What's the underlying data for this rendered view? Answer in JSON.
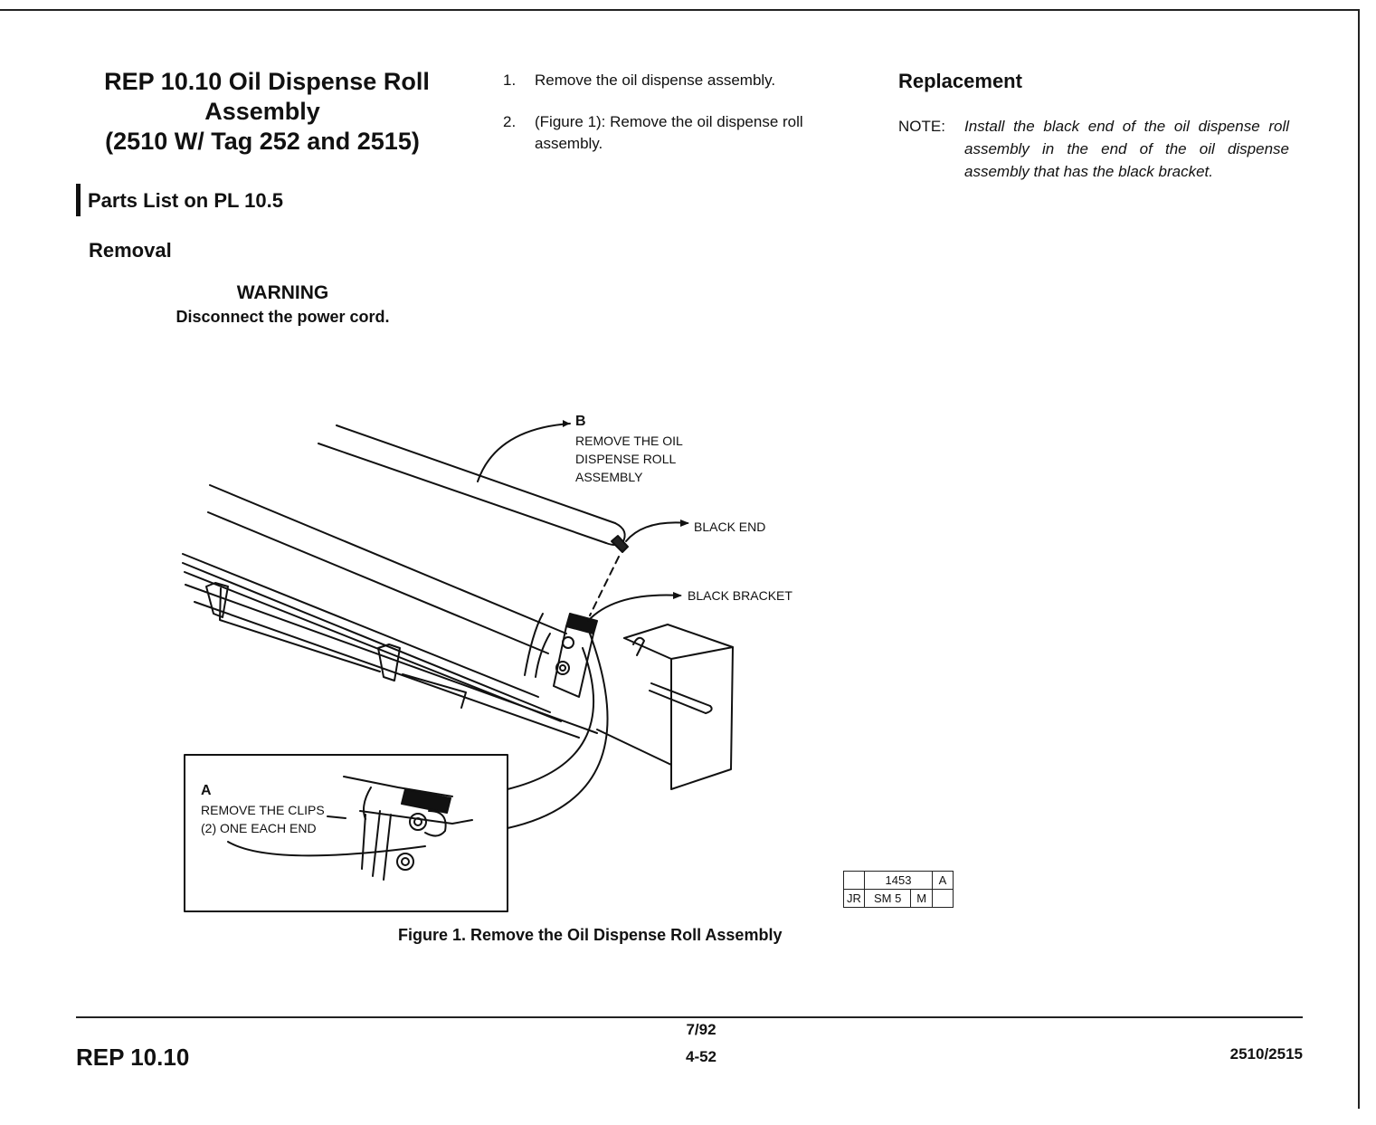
{
  "header": {
    "title_line1": "REP 10.10  Oil Dispense Roll",
    "title_line2": "Assembly",
    "title_line3": "(2510 W/ Tag 252 and 2515)",
    "parts_list": "Parts List on PL 10.5"
  },
  "removal": {
    "heading": "Removal",
    "warning_title": "WARNING",
    "warning_text": "Disconnect the power cord.",
    "steps": [
      {
        "num": "1.",
        "text": "Remove the oil dispense assembly."
      },
      {
        "num": "2.",
        "text": "(Figure 1):  Remove the oil dispense roll assembly."
      }
    ]
  },
  "replacement": {
    "heading": "Replacement",
    "note_label": "NOTE:",
    "note_text": "Install the black end of the oil dispense roll assembly in the end of the oil dispense assembly that has the black bracket."
  },
  "figure": {
    "callout_b_letter": "B",
    "callout_b_line1": "REMOVE THE OIL",
    "callout_b_line2": "DISPENSE ROLL",
    "callout_b_line3": "ASSEMBLY",
    "black_end": "BLACK END",
    "black_bracket": "BLACK BRACKET",
    "callout_a_letter": "A",
    "callout_a_line1": "REMOVE THE CLIPS",
    "callout_a_line2": "(2) ONE EACH END",
    "caption": "Figure 1.  Remove the Oil Dispense Roll  Assembly",
    "stamp": {
      "number": "1453",
      "rev": "A",
      "c1": "JR",
      "c2": "SM 5",
      "c3": "M"
    }
  },
  "footer": {
    "left": "REP 10.10",
    "date": "7/92",
    "page": "4-52",
    "right": "2510/2515"
  }
}
